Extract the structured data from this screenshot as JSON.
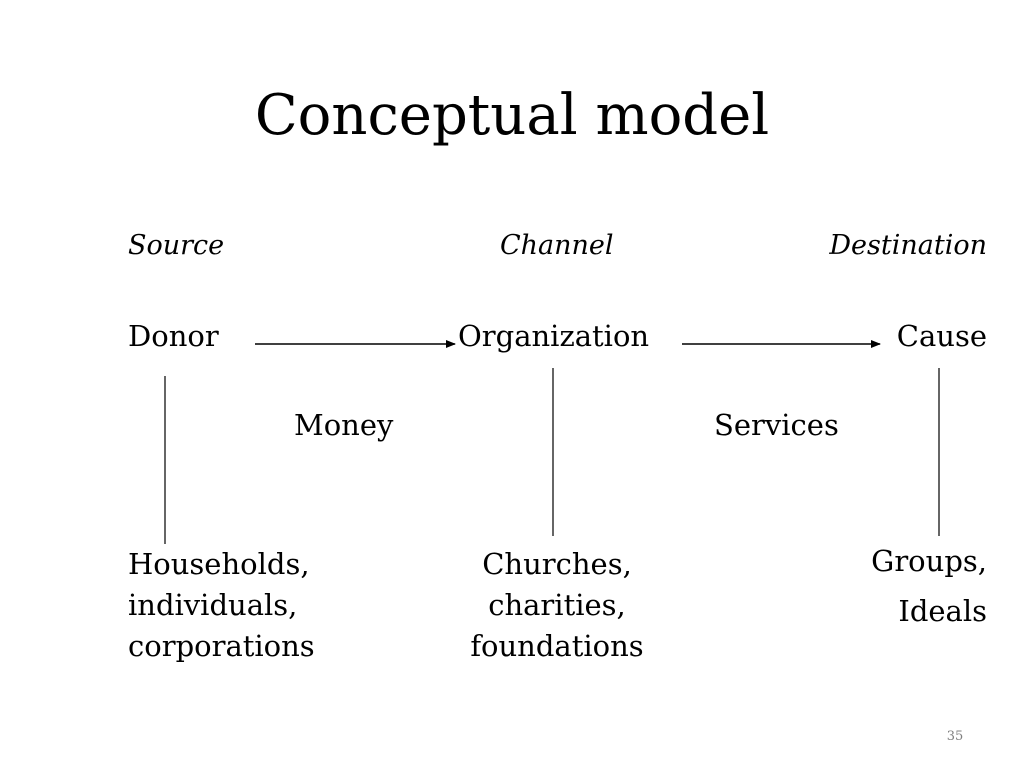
{
  "title": "Conceptual model",
  "columns": {
    "source": {
      "heading": "Source",
      "node": "Donor",
      "examples": [
        "Households,",
        "individuals,",
        "corporations"
      ]
    },
    "channel": {
      "heading": "Channel",
      "node": "Organization",
      "examples": [
        "Churches,",
        "charities,",
        "foundations"
      ]
    },
    "destination": {
      "heading": "Destination",
      "node": "Cause",
      "examples": [
        "Groups,",
        "Ideals"
      ]
    }
  },
  "flows": {
    "donor_to_organization": "Money",
    "organization_to_cause": "Services"
  },
  "page_number": "35",
  "colors": {
    "text": "#000000",
    "page_number": "#808080",
    "background": "#ffffff"
  }
}
